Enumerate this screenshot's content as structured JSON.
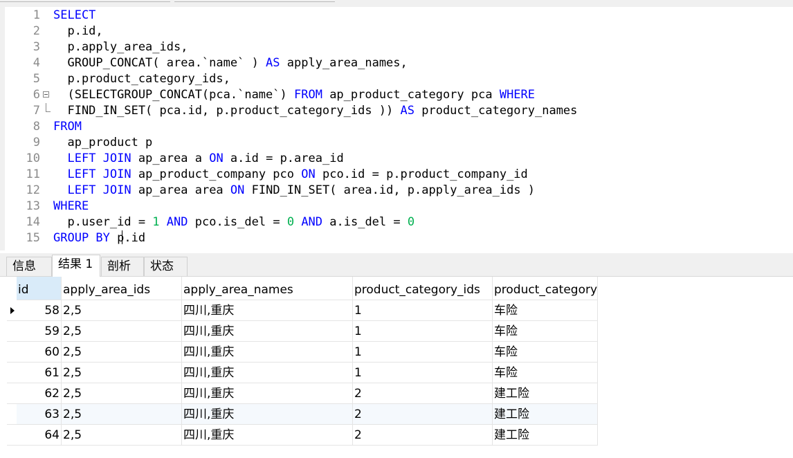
{
  "editor": {
    "lines": [
      {
        "no": "1",
        "segments": [
          {
            "t": "SELECT",
            "c": "kw"
          }
        ]
      },
      {
        "no": "2",
        "segments": [
          {
            "t": "  p.id,",
            "c": ""
          }
        ]
      },
      {
        "no": "3",
        "segments": [
          {
            "t": "  p.apply_area_ids,",
            "c": ""
          }
        ]
      },
      {
        "no": "4",
        "segments": [
          {
            "t": "  GROUP_CONCAT( area.`name` ) ",
            "c": ""
          },
          {
            "t": "AS",
            "c": "kw"
          },
          {
            "t": " apply_area_names,",
            "c": ""
          }
        ]
      },
      {
        "no": "5",
        "segments": [
          {
            "t": "  p.product_category_ids,",
            "c": ""
          }
        ]
      },
      {
        "no": "6",
        "segments": [
          {
            "t": "  (SELECTGROUP_CONCAT(pca.`name`) ",
            "c": ""
          },
          {
            "t": "FROM",
            "c": "kw"
          },
          {
            "t": " ap_product_category pca ",
            "c": ""
          },
          {
            "t": "WHERE",
            "c": "kw"
          }
        ]
      },
      {
        "no": "7",
        "segments": [
          {
            "t": "  FIND_IN_SET( pca.id, p.product_category_ids )) ",
            "c": ""
          },
          {
            "t": "AS",
            "c": "kw"
          },
          {
            "t": " product_category_names",
            "c": ""
          }
        ]
      },
      {
        "no": "8",
        "segments": [
          {
            "t": "FROM",
            "c": "kw"
          }
        ]
      },
      {
        "no": "9",
        "segments": [
          {
            "t": "  ap_product p",
            "c": ""
          }
        ]
      },
      {
        "no": "10",
        "segments": [
          {
            "t": "  ",
            "c": ""
          },
          {
            "t": "LEFT JOIN",
            "c": "kw"
          },
          {
            "t": " ap_area a ",
            "c": ""
          },
          {
            "t": "ON",
            "c": "kw"
          },
          {
            "t": " a.id = p.area_id",
            "c": ""
          }
        ]
      },
      {
        "no": "11",
        "segments": [
          {
            "t": "  ",
            "c": ""
          },
          {
            "t": "LEFT JOIN",
            "c": "kw"
          },
          {
            "t": " ap_product_company pco ",
            "c": ""
          },
          {
            "t": "ON",
            "c": "kw"
          },
          {
            "t": " pco.id = p.product_company_id",
            "c": ""
          }
        ]
      },
      {
        "no": "12",
        "segments": [
          {
            "t": "  ",
            "c": ""
          },
          {
            "t": "LEFT JOIN",
            "c": "kw"
          },
          {
            "t": " ap_area area ",
            "c": ""
          },
          {
            "t": "ON",
            "c": "kw"
          },
          {
            "t": " FIND_IN_SET( area.id, p.apply_area_ids )",
            "c": ""
          }
        ]
      },
      {
        "no": "13",
        "segments": [
          {
            "t": "WHERE",
            "c": "kw"
          }
        ]
      },
      {
        "no": "14",
        "segments": [
          {
            "t": "  p.user_id = ",
            "c": ""
          },
          {
            "t": "1",
            "c": "num"
          },
          {
            "t": " ",
            "c": ""
          },
          {
            "t": "AND",
            "c": "kw"
          },
          {
            "t": " pco.is_del = ",
            "c": ""
          },
          {
            "t": "0",
            "c": "num"
          },
          {
            "t": " ",
            "c": ""
          },
          {
            "t": "AND",
            "c": "kw"
          },
          {
            "t": " a.is_del = ",
            "c": ""
          },
          {
            "t": "0",
            "c": "num"
          }
        ]
      },
      {
        "no": "15",
        "segments": [
          {
            "t": "GROUP BY",
            "c": "kw"
          },
          {
            "t": " p.id",
            "c": ""
          }
        ]
      }
    ]
  },
  "result_tabs": [
    "信息",
    "结果 1",
    "剖析",
    "状态"
  ],
  "active_tab": "结果 1",
  "grid": {
    "columns": [
      "id",
      "apply_area_ids",
      "apply_area_names",
      "product_category_ids",
      "product_category"
    ],
    "rows": [
      [
        "58",
        "2,5",
        "四川,重庆",
        "1",
        "车险"
      ],
      [
        "59",
        "2,5",
        "四川,重庆",
        "1",
        "车险"
      ],
      [
        "60",
        "2,5",
        "四川,重庆",
        "1",
        "车险"
      ],
      [
        "61",
        "2,5",
        "四川,重庆",
        "1",
        "车险"
      ],
      [
        "62",
        "2,5",
        "四川,重庆",
        "2",
        "建工险"
      ],
      [
        "63",
        "2,5",
        "四川,重庆",
        "2",
        "建工险"
      ],
      [
        "64",
        "2,5",
        "四川,重庆",
        "2",
        "建工险"
      ]
    ],
    "current_row_icon": "row-pointer-icon"
  }
}
